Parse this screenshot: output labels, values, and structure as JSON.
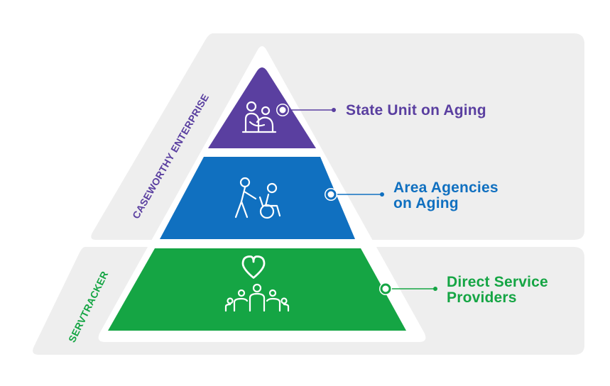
{
  "side_labels": {
    "enterprise": "CASEWORTHY ENTERPRISE",
    "servtracker": "SERVTRACKER"
  },
  "tiers": [
    {
      "label_line1": "State Unit on Aging",
      "label_line2": "",
      "color": "#5a3fa0",
      "icon": "caregiver-hug-icon"
    },
    {
      "label_line1": "Area Agencies",
      "label_line2": "on Aging",
      "color": "#1070c0",
      "icon": "wheelchair-assist-icon"
    },
    {
      "label_line1": "Direct Service",
      "label_line2": "Providers",
      "color": "#15a544",
      "icon": "heart-community-icon"
    }
  ],
  "colors": {
    "purple": "#5a3fa0",
    "blue": "#1070c0",
    "green": "#15a544",
    "band": "#eeeeee"
  }
}
